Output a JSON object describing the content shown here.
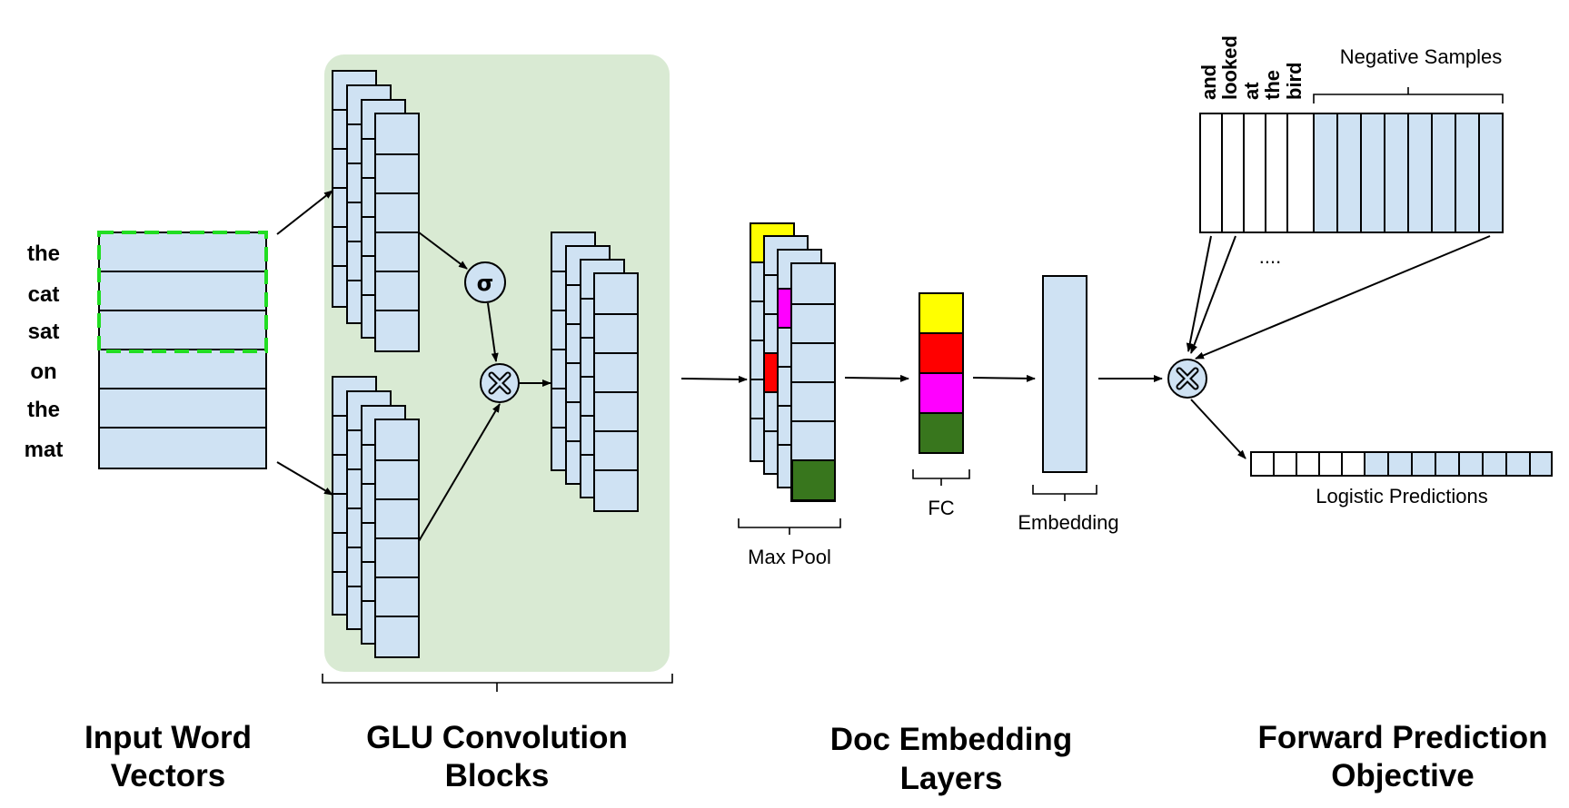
{
  "input_words": [
    "the",
    "cat",
    "sat",
    "on",
    "the",
    "mat"
  ],
  "ops": {
    "sigma": "σ"
  },
  "target_words": [
    "and",
    "looked",
    "at",
    "the",
    "bird"
  ],
  "labels": {
    "negative_samples": "Negative Samples",
    "ellipsis": "....",
    "max_pool": "Max Pool",
    "fc": "FC",
    "embedding": "Embedding",
    "logistic_predictions": "Logistic Predictions"
  },
  "section_titles": {
    "input": [
      "Input Word",
      "Vectors"
    ],
    "glu": [
      "GLU Convolution",
      "Blocks"
    ],
    "doc": [
      "Doc Embedding",
      "Layers"
    ],
    "forward": [
      "Forward Prediction",
      "Objective"
    ]
  },
  "colors": {
    "cell": "#cfe2f3",
    "glu_background": "#d9ead3",
    "window_highlight": "#22dd22",
    "pool_yellow": "#ffff00",
    "pool_magenta": "#ff00ff",
    "pool_red": "#ff0000",
    "pool_green": "#38761d"
  }
}
